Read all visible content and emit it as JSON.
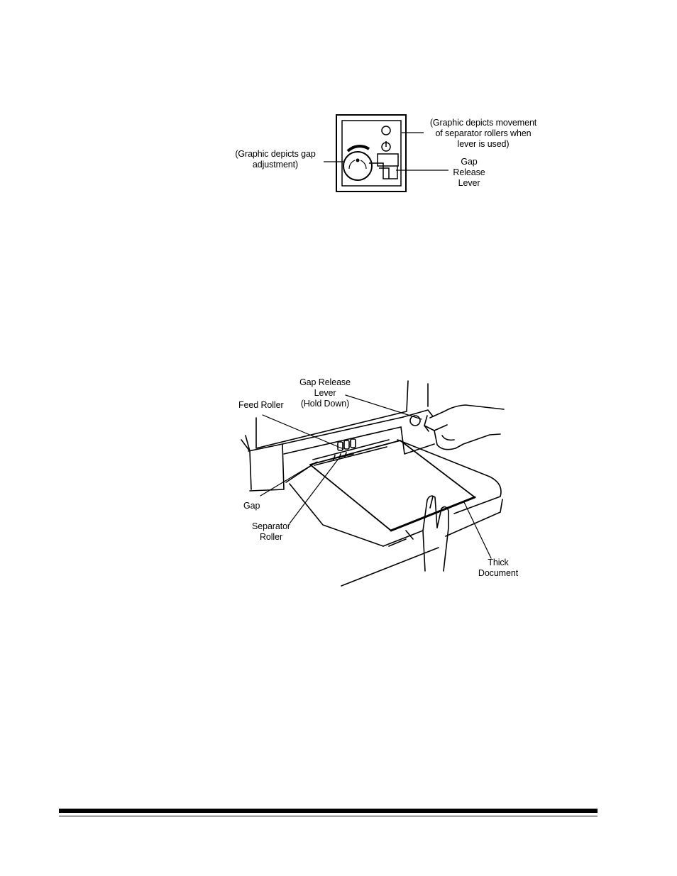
{
  "figure1": {
    "label_gap_adjust": [
      "(Graphic depicts gap",
      "adjustment)"
    ],
    "label_separator": [
      "(Graphic depicts movement",
      "of separator rollers when",
      "lever is used)"
    ],
    "label_lever": [
      "Gap",
      "Release",
      "Lever"
    ]
  },
  "figure2": {
    "label_gap_release": [
      "Gap Release",
      "Lever",
      "(Hold Down)"
    ],
    "label_feed_roller": "Feed Roller",
    "label_gap": "Gap",
    "label_separator_roller": [
      "Separator",
      "Roller"
    ],
    "label_thick_document": [
      "Thick",
      "Document"
    ]
  }
}
